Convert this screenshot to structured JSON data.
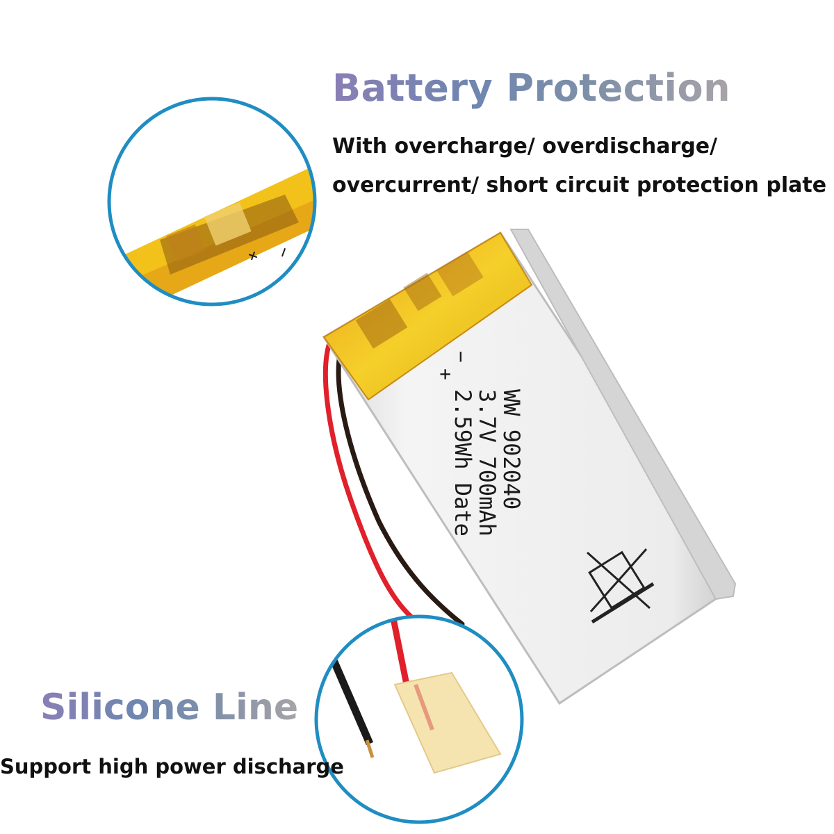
{
  "headings": {
    "battery_protection": "Battery Protection",
    "silicone_line": "Silicone Line"
  },
  "descriptions": {
    "protection_line1": "With overcharge/ overdischarge/",
    "protection_line2": "overcurrent/ short circuit protection plate",
    "silicone": "Support high power discharge"
  },
  "battery_label": {
    "minus": "−",
    "plus": "+",
    "model": "WW 902040",
    "voltage_capacity": "3.7V 700mAh",
    "energy_date": "2.59Wh  Date"
  },
  "zoom_top": {
    "minus": "−",
    "plus": "+"
  },
  "colors": {
    "circle_border": "#1f8dc2",
    "battery_tape": "#f0c21a",
    "battery_body": "#eeeeee",
    "wire_red": "#e0202a",
    "wire_black": "#2a1a14",
    "heading_gradient_start": "#8a7fb5",
    "heading_gradient_end": "#a7a3a8"
  }
}
